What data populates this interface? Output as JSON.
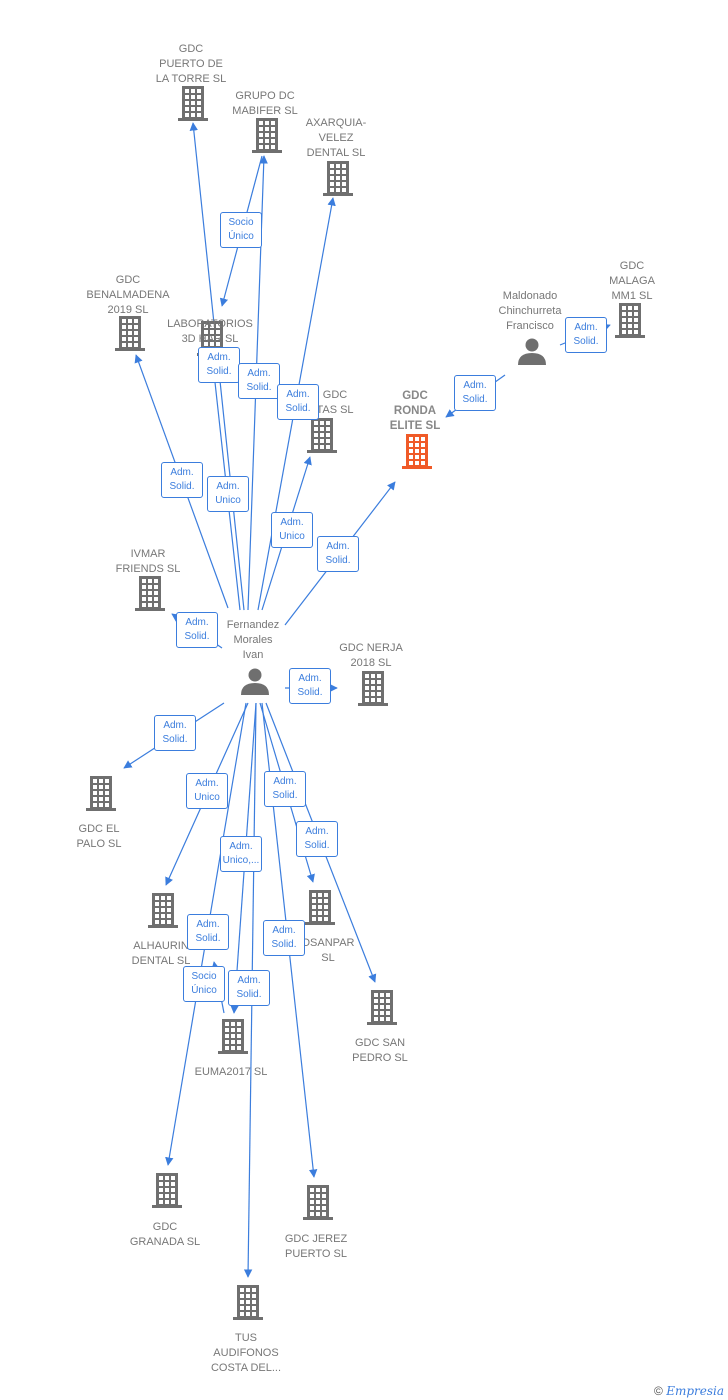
{
  "colors": {
    "edge": "#3b7ddd",
    "building": "#6f6f6f",
    "building_highlight": "#f05a28",
    "person": "#6f6f6f",
    "label_text": "#777777"
  },
  "nodes": [
    {
      "id": "fernandez",
      "kind": "person",
      "label": "Fernandez\nMorales\nIvan"
    },
    {
      "id": "maldonado",
      "kind": "person",
      "label": "Maldonado\nChinchurreta\nFrancisco"
    },
    {
      "id": "ronda",
      "kind": "building-highlight",
      "label": "GDC\nRONDA\nELITE  SL"
    },
    {
      "id": "puerto_torre",
      "kind": "building",
      "label": "GDC\nPUERTO DE\nLA TORRE  SL"
    },
    {
      "id": "mabifer",
      "kind": "building",
      "label": "GRUPO DC\nMABIFER  SL"
    },
    {
      "id": "axarquia",
      "kind": "building",
      "label": "AXARQUIA-\nVELEZ\nDENTAL  SL"
    },
    {
      "id": "malaga_mm1",
      "kind": "building",
      "label": "GDC\nMALAGA\nMM1  SL"
    },
    {
      "id": "benalmadena",
      "kind": "building",
      "label": "GDC\nBENALMADENA\n2019  SL"
    },
    {
      "id": "laboratorios",
      "kind": "building",
      "label": "LABORATORIOS\n3D HAR  SL"
    },
    {
      "id": "gdc_tas",
      "kind": "building",
      "label": "GDC\nTAS  SL"
    },
    {
      "id": "ivmar",
      "kind": "building",
      "label": "IVMAR\nFRIENDS  SL"
    },
    {
      "id": "nerja",
      "kind": "building",
      "label": "GDC NERJA\n2018  SL"
    },
    {
      "id": "el_palo",
      "kind": "building",
      "label": "GDC EL\nPALO  SL"
    },
    {
      "id": "alhaurin",
      "kind": "building",
      "label": "ALHAURIN\nDENTAL SL"
    },
    {
      "id": "osanpar",
      "kind": "building",
      "label": "OSANPAR\nSL"
    },
    {
      "id": "san_pedro",
      "kind": "building",
      "label": "GDC SAN\nPEDRO  SL"
    },
    {
      "id": "euma",
      "kind": "building",
      "label": "EUMA2017  SL"
    },
    {
      "id": "granada",
      "kind": "building",
      "label": "GDC\nGRANADA  SL"
    },
    {
      "id": "jerez",
      "kind": "building",
      "label": "GDC JEREZ\nPUERTO  SL"
    },
    {
      "id": "audifonos",
      "kind": "building",
      "label": "TUS\nAUDIFONOS\nCOSTA DEL..."
    }
  ],
  "edges": [
    {
      "from": "fernandez",
      "to": "puerto_torre",
      "label": "Adm.\nSolid."
    },
    {
      "from": "fernandez",
      "to": "mabifer",
      "label": "Adm.\nSolid."
    },
    {
      "from": "mabifer",
      "to": "laboratorios",
      "label": "Socio\nÚnico"
    },
    {
      "from": "fernandez",
      "to": "axarquia",
      "label": "Adm.\nSolid."
    },
    {
      "from": "fernandez",
      "to": "benalmadena",
      "label": "Adm.\nSolid."
    },
    {
      "from": "fernandez",
      "to": "laboratorios",
      "label": "Adm.\nUnico"
    },
    {
      "from": "fernandez",
      "to": "gdc_tas",
      "label": "Adm.\nUnico"
    },
    {
      "from": "fernandez",
      "to": "ronda",
      "label": "Adm.\nSolid."
    },
    {
      "from": "maldonado",
      "to": "ronda",
      "label": "Adm.\nSolid."
    },
    {
      "from": "maldonado",
      "to": "malaga_mm1",
      "label": "Adm.\nSolid."
    },
    {
      "from": "fernandez",
      "to": "ivmar",
      "label": "Adm.\nSolid."
    },
    {
      "from": "fernandez",
      "to": "nerja",
      "label": "Adm.\nSolid."
    },
    {
      "from": "fernandez",
      "to": "el_palo",
      "label": "Adm.\nSolid."
    },
    {
      "from": "fernandez",
      "to": "alhaurin",
      "label": "Adm.\nUnico"
    },
    {
      "from": "fernandez",
      "to": "osanpar",
      "label": "Adm.\nSolid."
    },
    {
      "from": "fernandez",
      "to": "san_pedro",
      "label": "Adm.\nSolid."
    },
    {
      "from": "fernandez",
      "to": "euma",
      "label": "Adm.\nUnico,..."
    },
    {
      "from": "fernandez",
      "to": "granada",
      "label": "Adm.\nSolid."
    },
    {
      "from": "euma",
      "to": "alhaurin",
      "label": "Socio\nÚnico"
    },
    {
      "from": "fernandez",
      "to": "audifonos",
      "label": "Adm.\nSolid."
    },
    {
      "from": "fernandez",
      "to": "jerez",
      "label": "Adm.\nSolid."
    }
  ],
  "footer": {
    "copyright": "©",
    "brand": "Empresia"
  }
}
